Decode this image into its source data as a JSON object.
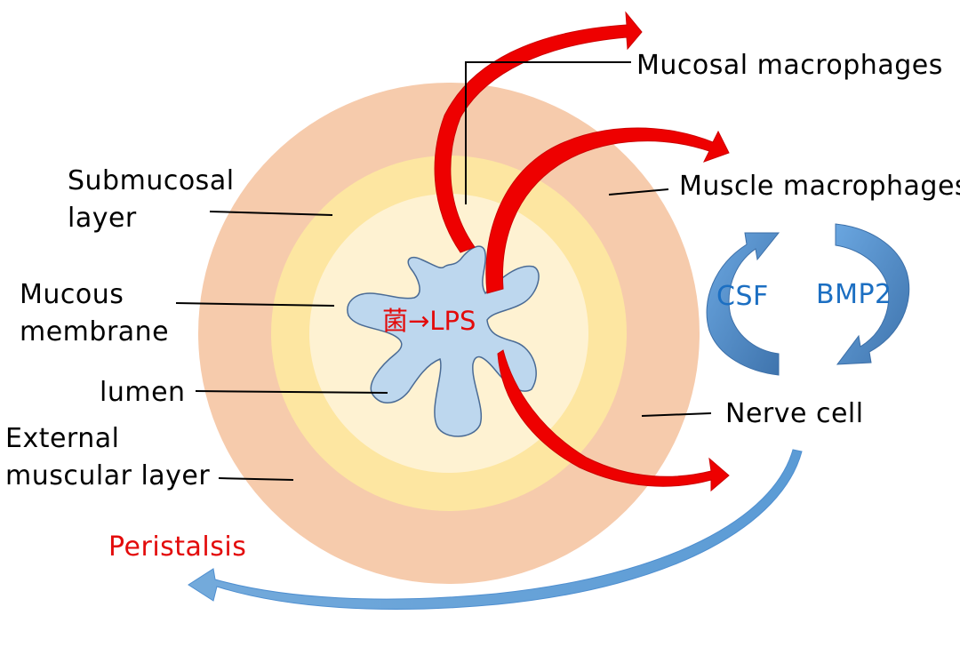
{
  "labels": {
    "submucosal_line1": "Submucosal",
    "submucosal_line2": "layer",
    "mucous_line1": "Mucous",
    "mucous_line2": "membrane",
    "lumen": "lumen",
    "external_line1": "External",
    "external_line2": "muscular layer",
    "peristalsis": "Peristalsis",
    "mucosal_macrophages": "Mucosal macrophages",
    "muscle_macrophages": "Muscle macrophages",
    "nerve_cell": "Nerve cell",
    "csf": "CSF",
    "bmp2": "BMP2",
    "center": "菌→LPS"
  },
  "colors": {
    "external_muscular_layer": "#f6cbac",
    "submucosal_layer": "#fde6a1",
    "mucous_membrane": "#fef2d2",
    "lumen": "#bdd7ee",
    "arrow_red": "#ee0000",
    "arrow_blue": "#4f8fd0",
    "arrow_blue_dark": "#3c6fa8",
    "text_red": "#e30b0b",
    "text_blue": "#1c6fc2"
  }
}
